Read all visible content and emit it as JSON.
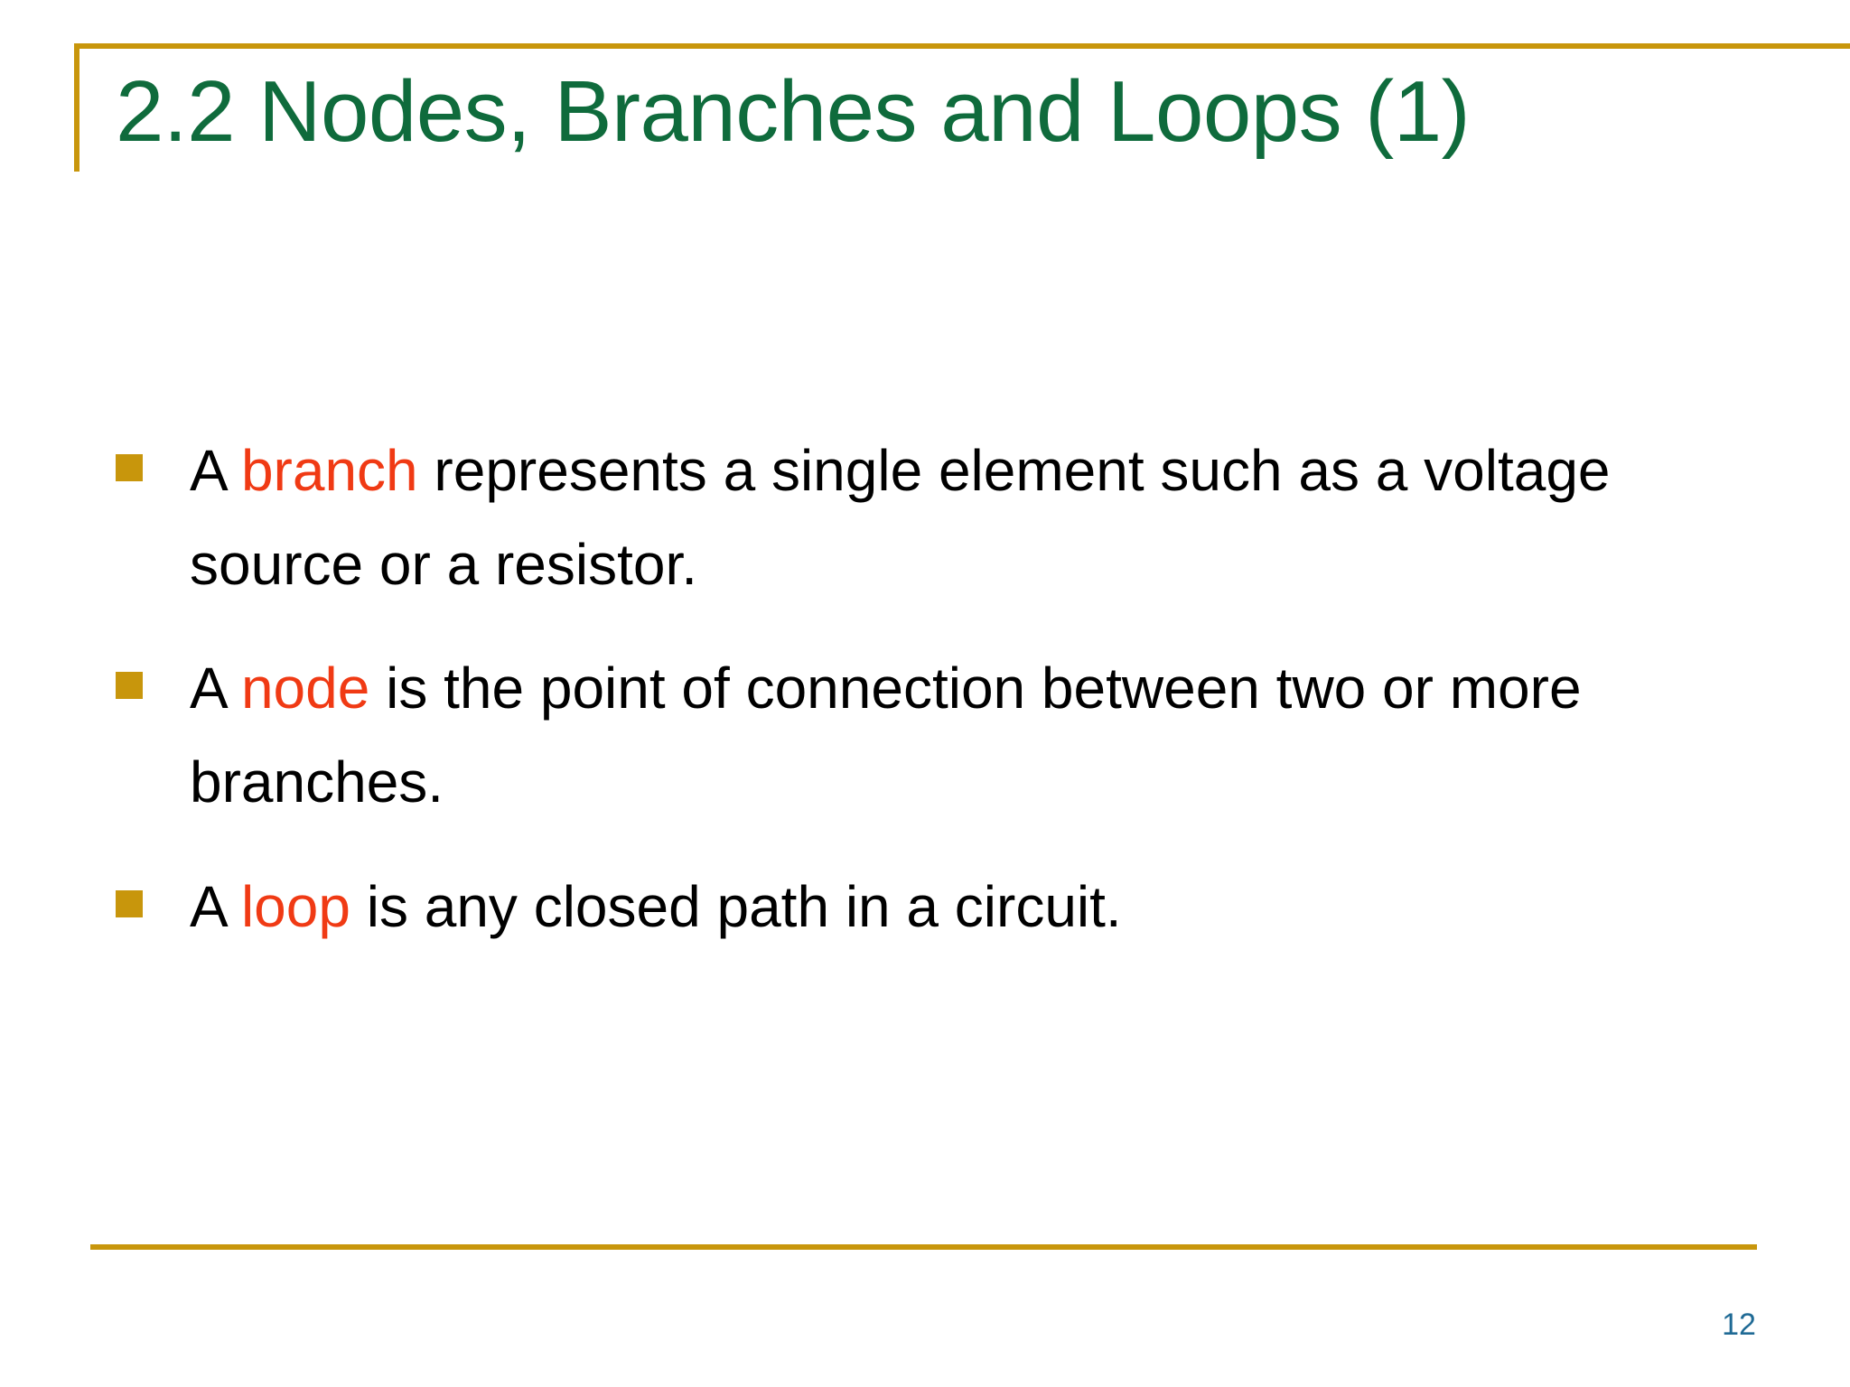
{
  "slide": {
    "title": "2.2 Nodes, Branches and Loops (1)",
    "page_number": "12",
    "colors": {
      "title_green": "#0F6B3C",
      "accent_gold": "#C8960C",
      "keyword_red": "#F03A14",
      "body_black": "#000000",
      "page_number_blue": "#1F6A95",
      "background": "#FFFFFF"
    },
    "bullets": [
      {
        "marker": "square-bullet",
        "prefix": "A ",
        "keyword": "branch",
        "suffix": " represents a single element such as a voltage source or a resistor.",
        "full_text": "A branch represents a single element such as a voltage source or a resistor."
      },
      {
        "marker": "square-bullet",
        "prefix": "A ",
        "keyword": "node",
        "suffix": " is the point of connection between two or more branches.",
        "full_text": "A node is the point of connection between two or more branches."
      },
      {
        "marker": "square-bullet",
        "prefix": "A ",
        "keyword": "loop",
        "suffix": " is any closed path in a circuit.",
        "full_text": "A loop is any closed path in a circuit."
      }
    ]
  }
}
